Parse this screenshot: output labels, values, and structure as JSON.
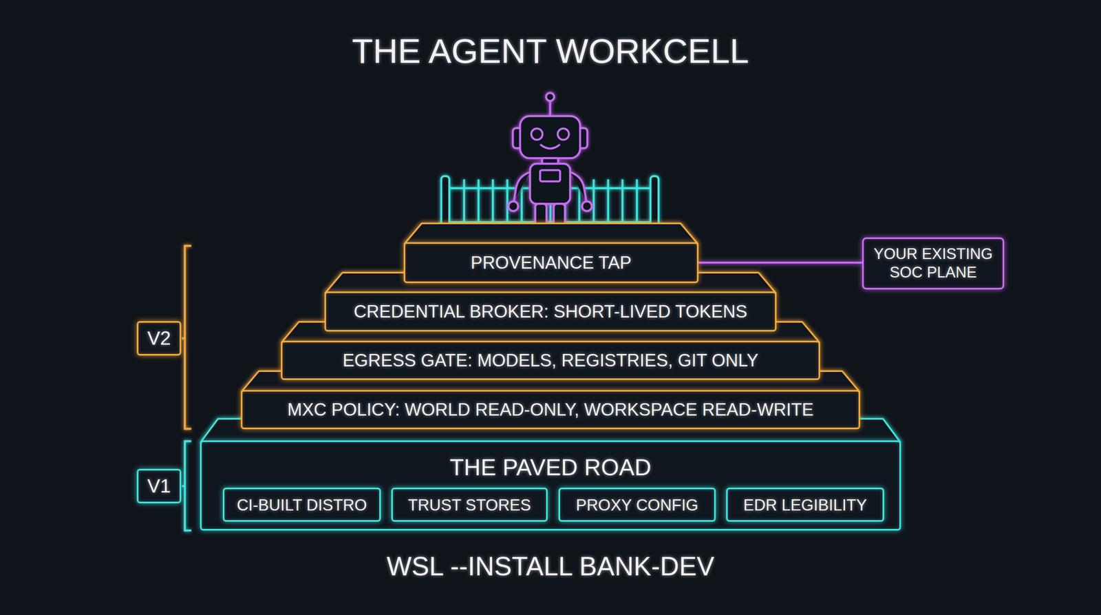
{
  "diagram": {
    "title": "THE AGENT WORKCELL",
    "nodes": [
      {
        "text": [
          "PROVENANCE TAP"
        ]
      },
      {
        "text": [
          "YOUR EXISTING SOC PLANE"
        ]
      },
      {
        "text": [
          "CREDENTIAL BROKER: SHORT-LIVED TOKENS"
        ]
      },
      {
        "text": [
          "EGRESS GATE: MODELS, REGISTRIES, GIT ONLY"
        ]
      },
      {
        "text": [
          "MXC POLICY: WORLD READ-ONLY, WORKSPACE READ-WRITE"
        ]
      },
      {
        "text": [
          "V2"
        ]
      },
      {
        "text": [
          "THE PAVED ROAD"
        ]
      },
      {
        "text": [
          "CI-BUILT DISTRO"
        ],
        "in": 6
      },
      {
        "text": [
          "TRUST STORES"
        ],
        "in": 6
      },
      {
        "text": [
          "PROXY CONFIG"
        ],
        "in": 6
      },
      {
        "text": [
          "EDR LEGIBILITY"
        ],
        "in": 6
      },
      {
        "text": [
          "V1"
        ]
      }
    ],
    "edges": [
      {
        "from": 0,
        "to": 1,
        "arrow": "none"
      }
    ],
    "labels": [
      "WSL --INSTALL BANK-DEV"
    ]
  }
}
